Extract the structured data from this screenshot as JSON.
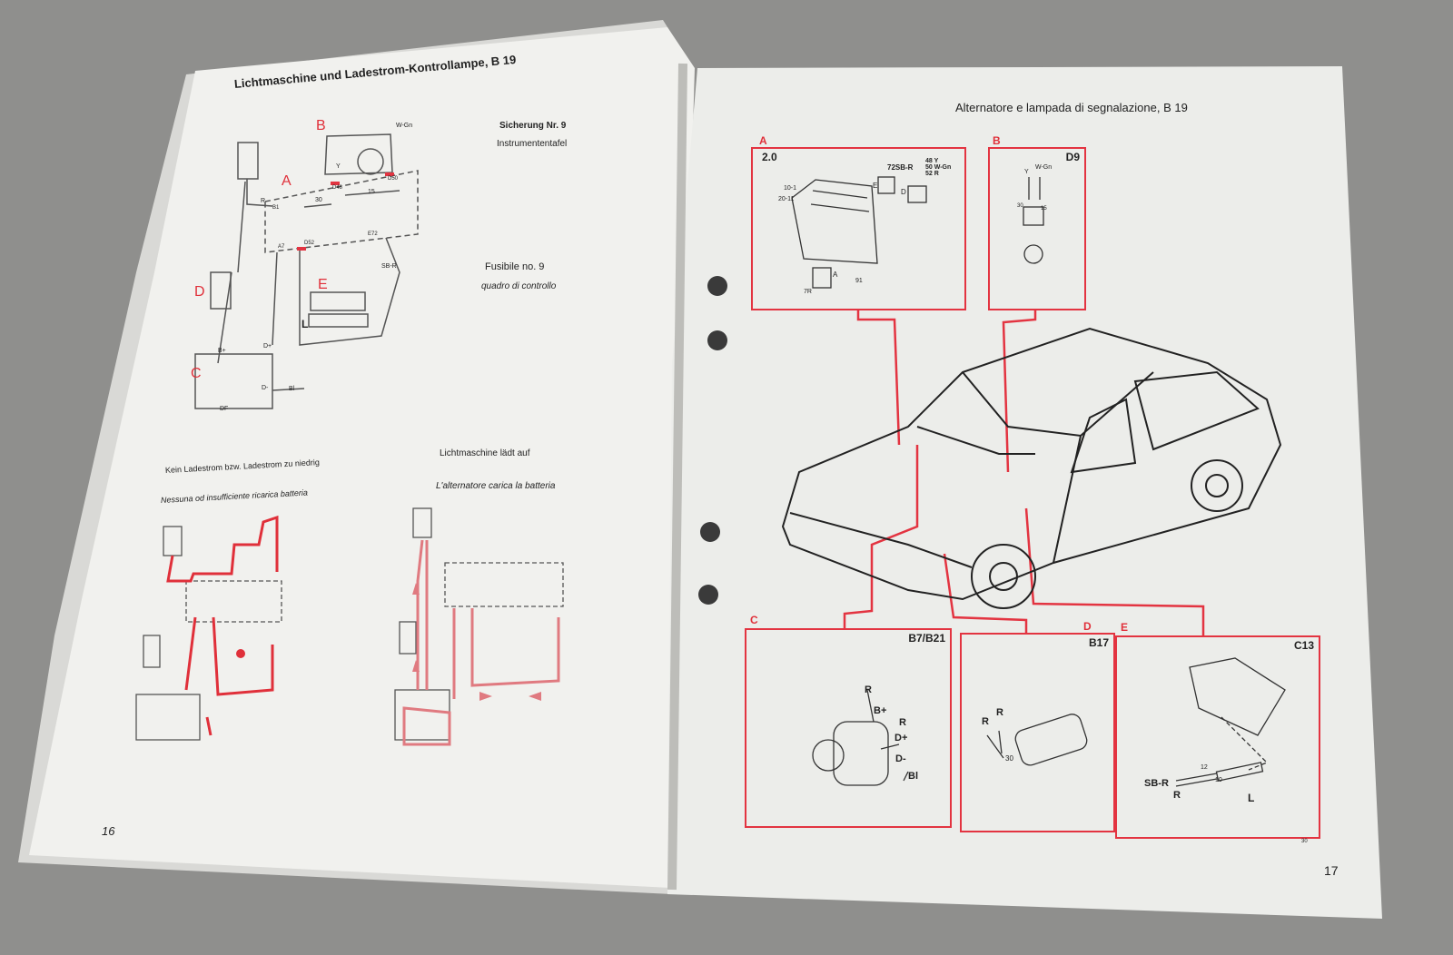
{
  "left_page": {
    "title": "Lichtmaschine und Ladestrom-Kontrollampe, B 19",
    "fuse_de": "Sicherung Nr. 9",
    "panel_de": "Instrumententafel",
    "fuse_it": "Fusibile no. 9",
    "panel_it": "quadro di controllo",
    "diagram_letters": [
      "A",
      "B",
      "C",
      "D",
      "E",
      "L"
    ],
    "wire_labels": [
      "W-Gn",
      "Y",
      "R",
      "SB-R",
      "30",
      "15",
      "D48",
      "D50",
      "D52",
      "E72",
      "A7",
      "B1",
      "Bl",
      "D+",
      "D-",
      "B+",
      "DF"
    ],
    "caption_left_de": "Kein Ladestrom bzw. Ladestrom zu niedrig",
    "caption_left_it": "Nessuna od insufficiente ricarica batteria",
    "caption_right_de": "Lichtmaschine lädt auf",
    "caption_right_it": "L'alternatore carica la batteria",
    "page_number": "16"
  },
  "right_page": {
    "title": "Alternatore e lampada di segnalazione, B 19",
    "page_number": "17",
    "footnote": "30",
    "boxes": [
      {
        "letter": "A",
        "code": "2.0",
        "labels": [
          "10-1",
          "20-11",
          "72SB-R",
          "48 Y",
          "50 W-Gn",
          "52 R",
          "E",
          "D",
          "A",
          "7R",
          "91"
        ]
      },
      {
        "letter": "B",
        "code": "D9",
        "labels": [
          "Y",
          "W-Gn",
          "30",
          "15"
        ]
      },
      {
        "letter": "C",
        "code": "B7/B21",
        "labels": [
          "R",
          "B+",
          "R",
          "D+",
          "D-",
          "Bl"
        ]
      },
      {
        "letter": "D",
        "code": "B17",
        "labels": [
          "R",
          "R",
          "30"
        ]
      },
      {
        "letter": "E",
        "code": "C13",
        "labels": [
          "SB-R",
          "R",
          "12",
          "10",
          "L"
        ]
      }
    ]
  },
  "colors": {
    "accent_red": "#e33441",
    "paper": "#f2f2ef",
    "background": "#8f8f8d"
  }
}
